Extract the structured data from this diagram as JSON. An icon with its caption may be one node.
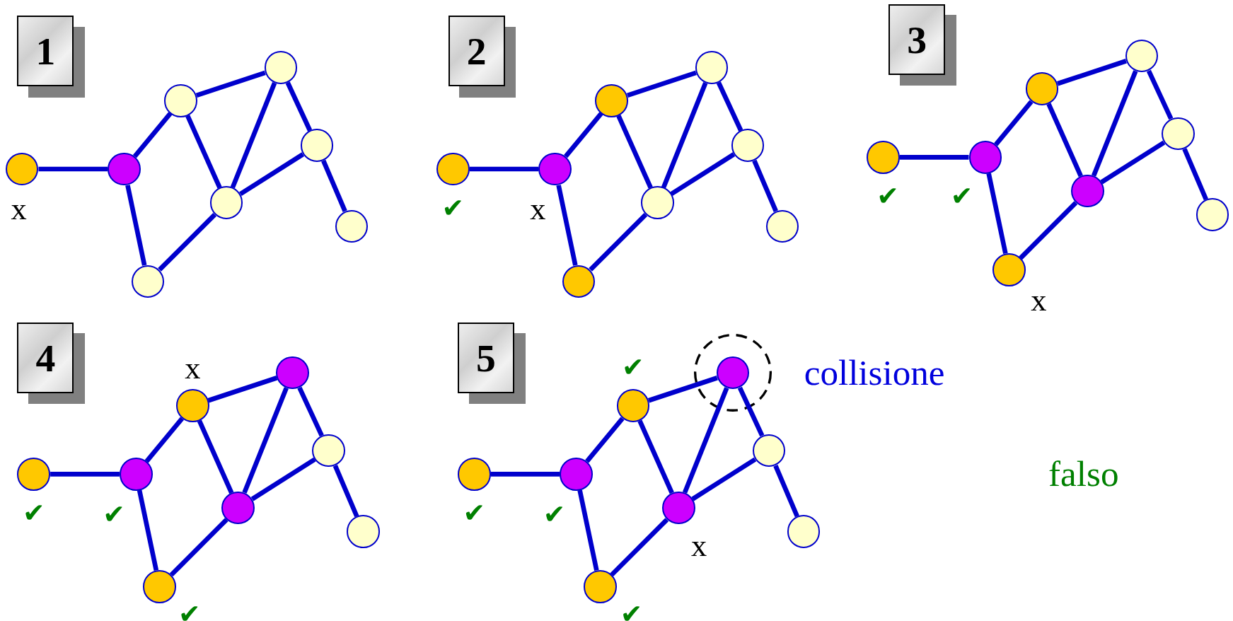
{
  "diagram": {
    "nodes": [
      {
        "text": [
          "1"
        ]
      },
      {
        "text": [],
        "shape": "circle",
        "beside": [
          "x"
        ]
      },
      {
        "text": [],
        "shape": "circle"
      },
      {
        "text": [],
        "shape": "circle"
      },
      {
        "text": [],
        "shape": "circle"
      },
      {
        "text": [],
        "shape": "circle"
      },
      {
        "text": [],
        "shape": "circle"
      },
      {
        "text": [],
        "shape": "circle"
      },
      {
        "text": [],
        "shape": "circle"
      },
      {
        "text": [
          "2"
        ]
      },
      {
        "text": [],
        "shape": "circle",
        "beside": [
          "✔"
        ]
      },
      {
        "text": [],
        "shape": "circle",
        "beside": [
          "x"
        ]
      },
      {
        "text": [],
        "shape": "circle"
      },
      {
        "text": [],
        "shape": "circle"
      },
      {
        "text": [],
        "shape": "circle"
      },
      {
        "text": [],
        "shape": "circle"
      },
      {
        "text": [],
        "shape": "circle"
      },
      {
        "text": [],
        "shape": "circle"
      },
      {
        "text": [
          "3"
        ]
      },
      {
        "text": [],
        "shape": "circle",
        "beside": [
          "✔"
        ]
      },
      {
        "text": [],
        "shape": "circle",
        "beside": [
          "✔"
        ]
      },
      {
        "text": [],
        "shape": "circle",
        "beside": [
          "x"
        ]
      },
      {
        "text": [],
        "shape": "circle"
      },
      {
        "text": [],
        "shape": "circle"
      },
      {
        "text": [],
        "shape": "circle"
      },
      {
        "text": [],
        "shape": "circle"
      },
      {
        "text": [],
        "shape": "circle"
      },
      {
        "text": [
          "4"
        ]
      },
      {
        "text": [],
        "shape": "circle",
        "beside": [
          "✔"
        ]
      },
      {
        "text": [],
        "shape": "circle",
        "beside": [
          "✔"
        ]
      },
      {
        "text": [],
        "shape": "circle",
        "beside": [
          "✔"
        ]
      },
      {
        "text": [],
        "shape": "circle",
        "beside": [
          "x"
        ]
      },
      {
        "text": [],
        "shape": "circle"
      },
      {
        "text": [],
        "shape": "circle"
      },
      {
        "text": [],
        "shape": "circle"
      },
      {
        "text": [],
        "shape": "circle"
      },
      {
        "text": [
          "5"
        ]
      },
      {
        "text": [],
        "shape": "circle",
        "beside": [
          "✔"
        ]
      },
      {
        "text": [],
        "shape": "circle",
        "beside": [
          "✔"
        ]
      },
      {
        "text": [],
        "shape": "circle",
        "beside": [
          "✔"
        ]
      },
      {
        "text": [],
        "shape": "circle",
        "beside": [
          "✔"
        ]
      },
      {
        "text": [],
        "shape": "circle",
        "beside": [
          "x"
        ]
      },
      {
        "text": [],
        "shape": "circle",
        "beside": [
          "collisione"
        ]
      },
      {
        "text": [],
        "shape": "circle"
      },
      {
        "text": [],
        "shape": "circle"
      }
    ],
    "edges": [
      {
        "from": 1,
        "to": 2,
        "arrow": "none"
      },
      {
        "from": 2,
        "to": 4,
        "arrow": "none"
      },
      {
        "from": 2,
        "to": 3,
        "arrow": "none"
      },
      {
        "from": 4,
        "to": 6,
        "arrow": "none"
      },
      {
        "from": 4,
        "to": 5,
        "arrow": "none"
      },
      {
        "from": 5,
        "to": 6,
        "arrow": "none"
      },
      {
        "from": 6,
        "to": 7,
        "arrow": "none"
      },
      {
        "from": 7,
        "to": 8,
        "arrow": "none"
      },
      {
        "from": 5,
        "to": 7,
        "arrow": "none"
      },
      {
        "from": 3,
        "to": 5,
        "arrow": "none"
      },
      {
        "from": 10,
        "to": 11,
        "arrow": "none"
      },
      {
        "from": 11,
        "to": 13,
        "arrow": "none"
      },
      {
        "from": 11,
        "to": 12,
        "arrow": "none"
      },
      {
        "from": 13,
        "to": 15,
        "arrow": "none"
      },
      {
        "from": 13,
        "to": 14,
        "arrow": "none"
      },
      {
        "from": 14,
        "to": 15,
        "arrow": "none"
      },
      {
        "from": 15,
        "to": 16,
        "arrow": "none"
      },
      {
        "from": 16,
        "to": 17,
        "arrow": "none"
      },
      {
        "from": 14,
        "to": 16,
        "arrow": "none"
      },
      {
        "from": 12,
        "to": 14,
        "arrow": "none"
      },
      {
        "from": 19,
        "to": 20,
        "arrow": "none"
      },
      {
        "from": 20,
        "to": 22,
        "arrow": "none"
      },
      {
        "from": 20,
        "to": 21,
        "arrow": "none"
      },
      {
        "from": 22,
        "to": 24,
        "arrow": "none"
      },
      {
        "from": 22,
        "to": 23,
        "arrow": "none"
      },
      {
        "from": 23,
        "to": 24,
        "arrow": "none"
      },
      {
        "from": 24,
        "to": 25,
        "arrow": "none"
      },
      {
        "from": 25,
        "to": 26,
        "arrow": "none"
      },
      {
        "from": 23,
        "to": 25,
        "arrow": "none"
      },
      {
        "from": 21,
        "to": 23,
        "arrow": "none"
      },
      {
        "from": 28,
        "to": 29,
        "arrow": "none"
      },
      {
        "from": 29,
        "to": 31,
        "arrow": "none"
      },
      {
        "from": 29,
        "to": 30,
        "arrow": "none"
      },
      {
        "from": 31,
        "to": 33,
        "arrow": "none"
      },
      {
        "from": 31,
        "to": 32,
        "arrow": "none"
      },
      {
        "from": 32,
        "to": 33,
        "arrow": "none"
      },
      {
        "from": 33,
        "to": 34,
        "arrow": "none"
      },
      {
        "from": 34,
        "to": 35,
        "arrow": "none"
      },
      {
        "from": 32,
        "to": 34,
        "arrow": "none"
      },
      {
        "from": 30,
        "to": 32,
        "arrow": "none"
      },
      {
        "from": 37,
        "to": 38,
        "arrow": "none"
      },
      {
        "from": 38,
        "to": 40,
        "arrow": "none"
      },
      {
        "from": 38,
        "to": 39,
        "arrow": "none"
      },
      {
        "from": 40,
        "to": 42,
        "arrow": "none"
      },
      {
        "from": 40,
        "to": 41,
        "arrow": "none"
      },
      {
        "from": 41,
        "to": 42,
        "arrow": "none"
      },
      {
        "from": 42,
        "to": 43,
        "arrow": "none"
      },
      {
        "from": 43,
        "to": 44,
        "arrow": "none"
      },
      {
        "from": 41,
        "to": 43,
        "arrow": "none"
      },
      {
        "from": 39,
        "to": 41,
        "arrow": "none"
      }
    ],
    "labels": [
      "falso"
    ]
  }
}
